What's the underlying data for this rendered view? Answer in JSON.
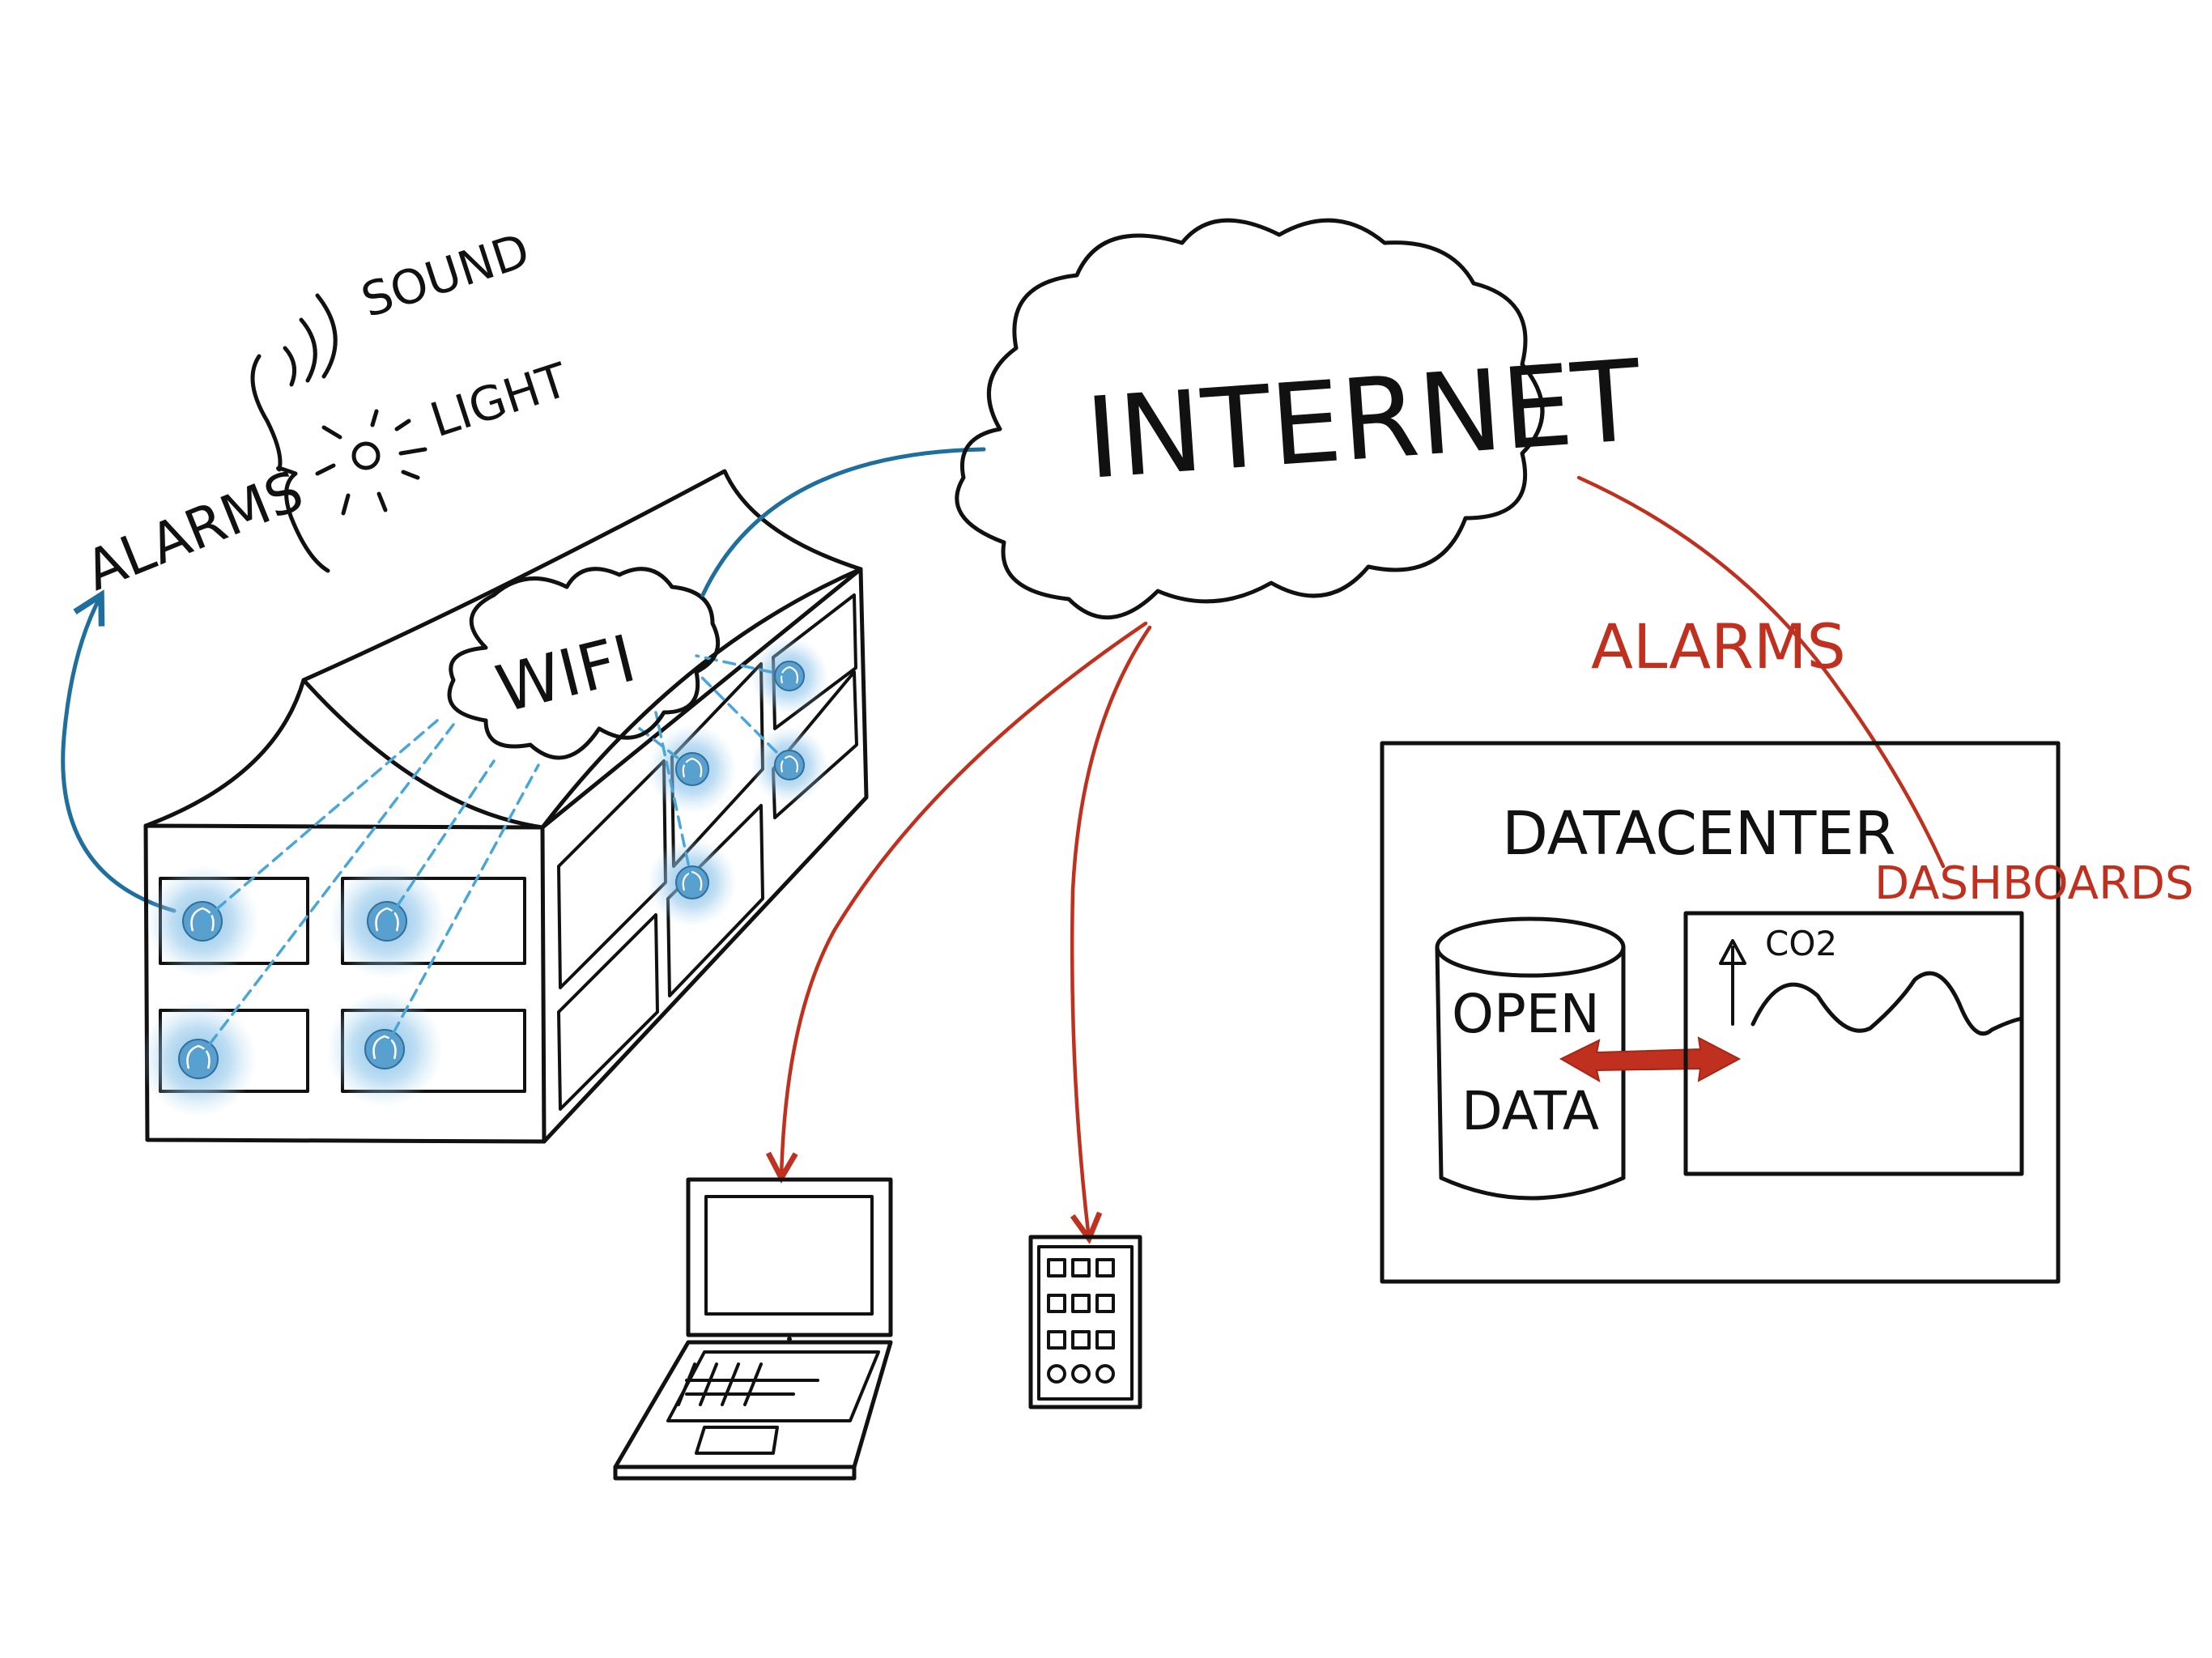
{
  "labels": {
    "alarms_left": "ALARMS",
    "sound": "SOUND",
    "light": "LIGHT",
    "wifi": "WIFI",
    "internet": "INTERNET",
    "alarms_red": "ALARMS",
    "datacenter": "DATACENTER",
    "dashboards": "DASHBOARDS",
    "open": "OPEN",
    "data": "DATA",
    "co2": "CO2"
  },
  "colors": {
    "ink": "#111111",
    "blue": "#1f6f9e",
    "dashed_blue": "#4aa6d8",
    "red": "#c0301f",
    "sensor_glow": "#6fb3e0"
  },
  "icons": {
    "sensor": "omega-sensor-icon",
    "sound": "sound-waves-icon",
    "light": "sun-light-icon",
    "laptop": "laptop-icon",
    "phone": "phone-icon",
    "database": "database-cylinder-icon",
    "chart": "co2-line-chart-icon"
  }
}
